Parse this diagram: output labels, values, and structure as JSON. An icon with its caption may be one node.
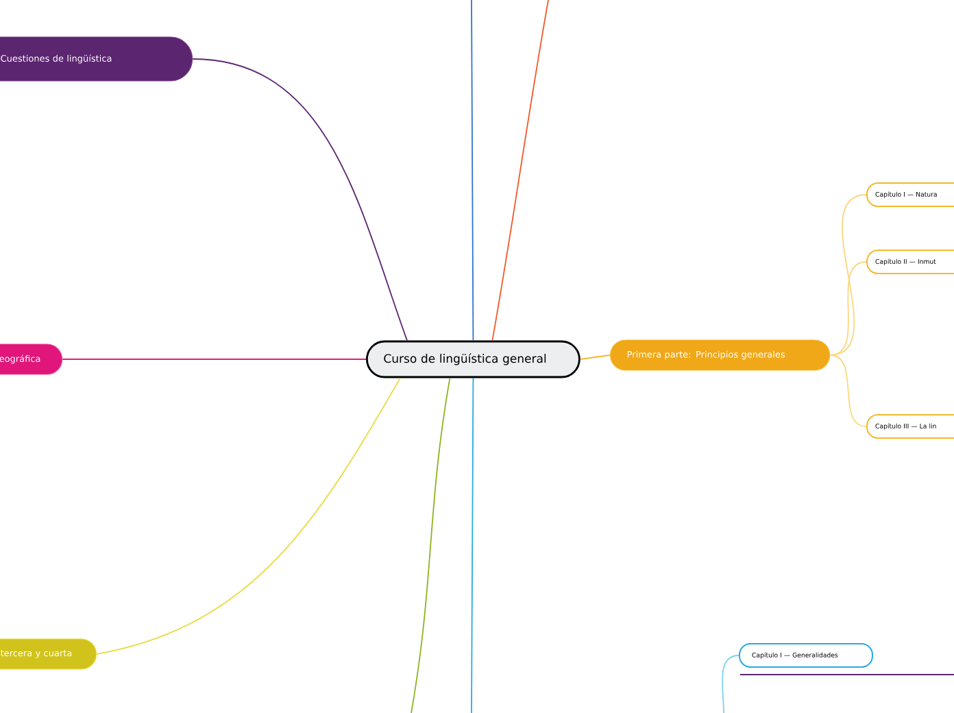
{
  "diagram": {
    "nodes": [
      {
        "text": [
          "Curso de lingüística general"
        ]
      },
      {
        "text": [
          "Primera parte: Principios generales"
        ]
      },
      {
        "text": [
          "Capítulo I — Natura"
        ]
      },
      {
        "text": [
          "Capítulo II — Inmut"
        ]
      },
      {
        "text": [
          "Capítulo III — La lin"
        ]
      },
      {
        "text": [
          "Capítulo I — Generalidades"
        ]
      },
      {
        "text": [
          "Cuestiones de lingüística"
        ]
      },
      {
        "text": [
          "eográfica"
        ]
      },
      {
        "text": [
          "tercera y cuarta"
        ]
      }
    ],
    "edges": [
      {
        "from": 0,
        "to": 1,
        "arrow": "none",
        "color": "#f5b82e"
      },
      {
        "from": 1,
        "to": 2,
        "arrow": "none",
        "color": "#fcd680"
      },
      {
        "from": 1,
        "to": 3,
        "arrow": "none",
        "color": "#fcd680"
      },
      {
        "from": 1,
        "to": 4,
        "arrow": "none",
        "color": "#fcd680"
      },
      {
        "from": 0,
        "to": 6,
        "arrow": "none",
        "color": "#5c2570"
      },
      {
        "from": 0,
        "to": 7,
        "arrow": "none",
        "color": "#e8197d"
      },
      {
        "from": 0,
        "to": 8,
        "arrow": "none",
        "color": "#e6dc3c"
      },
      {
        "from": 0,
        "to": null,
        "arrow": "none",
        "color": "#2f74d0"
      },
      {
        "from": 0,
        "to": null,
        "arrow": "none",
        "color": "#f05a28"
      },
      {
        "from": 0,
        "to": null,
        "arrow": "none",
        "color": "#29aae1"
      },
      {
        "from": 0,
        "to": null,
        "arrow": "none",
        "color": "#8cb41e"
      },
      {
        "from": null,
        "to": 5,
        "arrow": "none",
        "color": "#7fd0f0"
      }
    ]
  }
}
